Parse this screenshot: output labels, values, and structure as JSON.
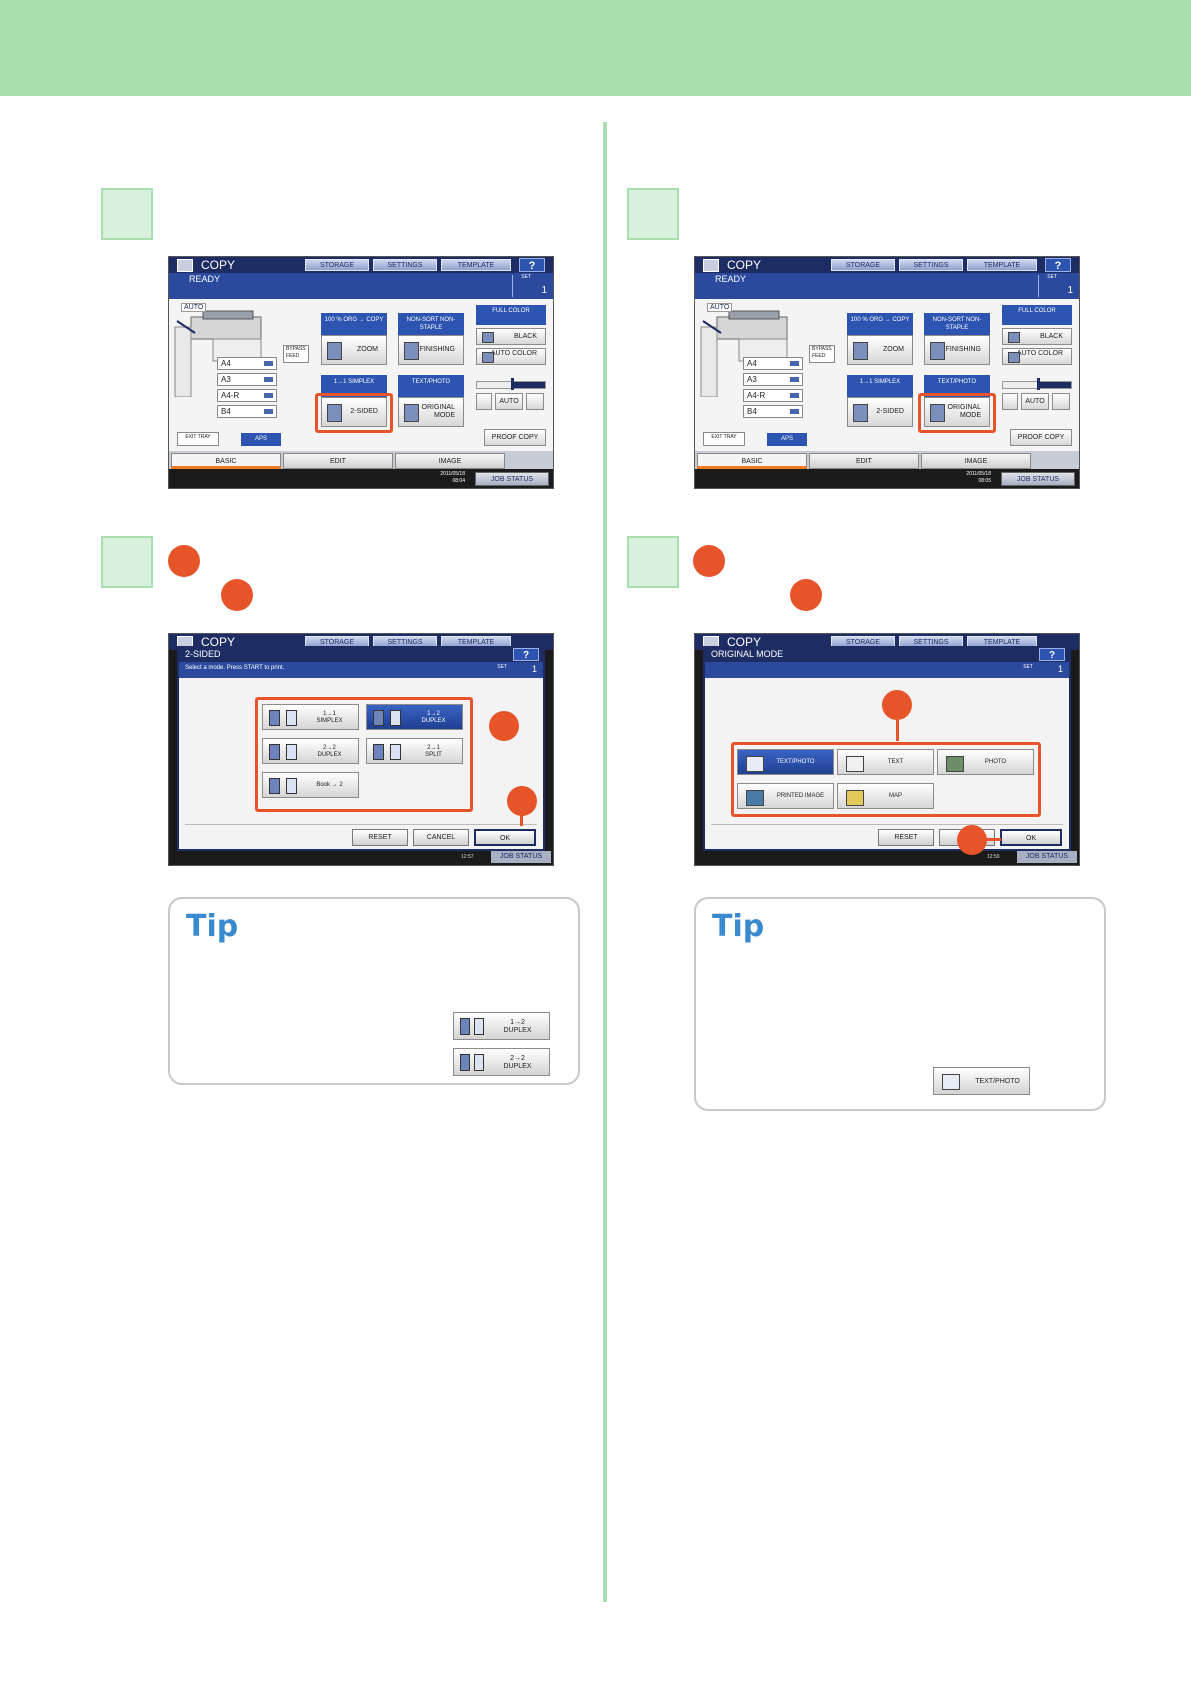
{
  "copy_screen": {
    "title": "COPY",
    "storage": "STORAGE",
    "settings": "SETTINGS",
    "template": "TEMPLATE",
    "help": "?",
    "status": "READY",
    "set_label": "SET",
    "set_value": "1",
    "auto": "AUTO",
    "trays": [
      "A4",
      "A3",
      "A4-R",
      "B4"
    ],
    "bypass": "BYPASS FEED",
    "exit_tray": "EXIT TRAY",
    "aps": "APS",
    "zoom_label": "100 % ORG → COPY",
    "zoom": "ZOOM",
    "finishing_label": "NON-SORT NON-STAPLE",
    "finishing": "FINISHING",
    "full_color": "FULL COLOR",
    "black": "BLACK",
    "auto_color": "AUTO COLOR",
    "duplex_label": "1→1 SIMPLEX",
    "two_sided": "2-SIDED",
    "orig_label": "TEXT/PHOTO",
    "original_mode": "ORIGINAL MODE",
    "auto_density": "AUTO",
    "proof_copy": "PROOF COPY",
    "tabs": [
      "BASIC",
      "EDIT",
      "IMAGE"
    ],
    "job_status": "JOB STATUS",
    "date_left": "2011/05/18",
    "time_left": "08:04",
    "date_right": "2011/05/18",
    "time_right": "08:05"
  },
  "two_sided_dialog": {
    "bg_title": "COPY",
    "title": "2-SIDED",
    "subtitle": "Select a mode. Press START to print.",
    "set_label": "SET",
    "set_value": "1",
    "help": "?",
    "options": [
      {
        "top": "1→1",
        "bottom": "SIMPLEX"
      },
      {
        "top": "1→2",
        "bottom": "DUPLEX"
      },
      {
        "top": "2→2",
        "bottom": "DUPLEX"
      },
      {
        "top": "2→1",
        "bottom": "SPLIT"
      },
      {
        "top": "Book → 2",
        "bottom": ""
      }
    ],
    "reset": "RESET",
    "cancel": "CANCEL",
    "ok": "OK",
    "time": "12:57",
    "job_status": "JOB STATUS"
  },
  "original_mode_dialog": {
    "bg_title": "COPY",
    "title": "ORIGINAL MODE",
    "set_label": "SET",
    "set_value": "1",
    "help": "?",
    "options": [
      "TEXT/PHOTO",
      "TEXT",
      "PHOTO",
      "PRINTED IMAGE",
      "MAP"
    ],
    "reset": "RESET",
    "ok": "OK",
    "time": "12:59",
    "job_status": "JOB STATUS"
  },
  "tip_left": {
    "title": "Tip",
    "btn1_top": "1→2",
    "btn1_bottom": "DUPLEX",
    "btn2_top": "2→2",
    "btn2_bottom": "DUPLEX"
  },
  "tip_right": {
    "title": "Tip",
    "btn": "TEXT/PHOTO"
  },
  "colors": {
    "band": "#a8dfae",
    "callout": "#e8542a",
    "tip": "#3a8ad0",
    "panel_dark": "#1d2d63"
  }
}
